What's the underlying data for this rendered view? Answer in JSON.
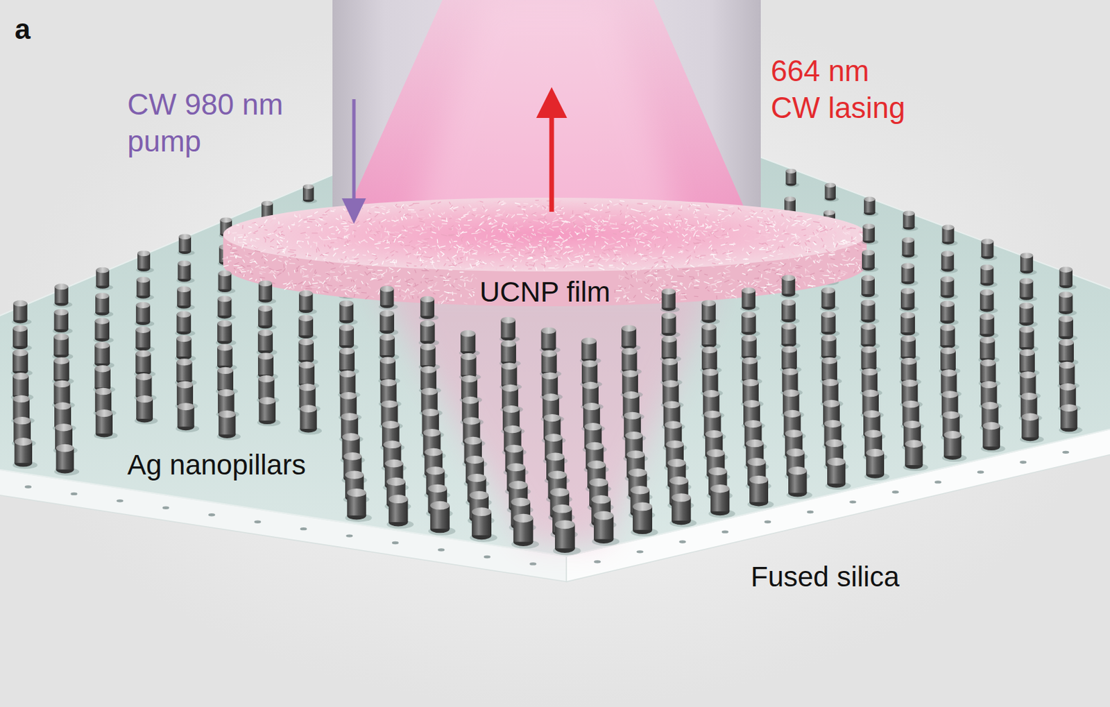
{
  "diagram": {
    "labels": [
      "a",
      "CW 980 nm pump",
      "664 nm CW lasing",
      "UCNP film",
      "Ag nanopillars",
      "Fused silica"
    ]
  }
}
